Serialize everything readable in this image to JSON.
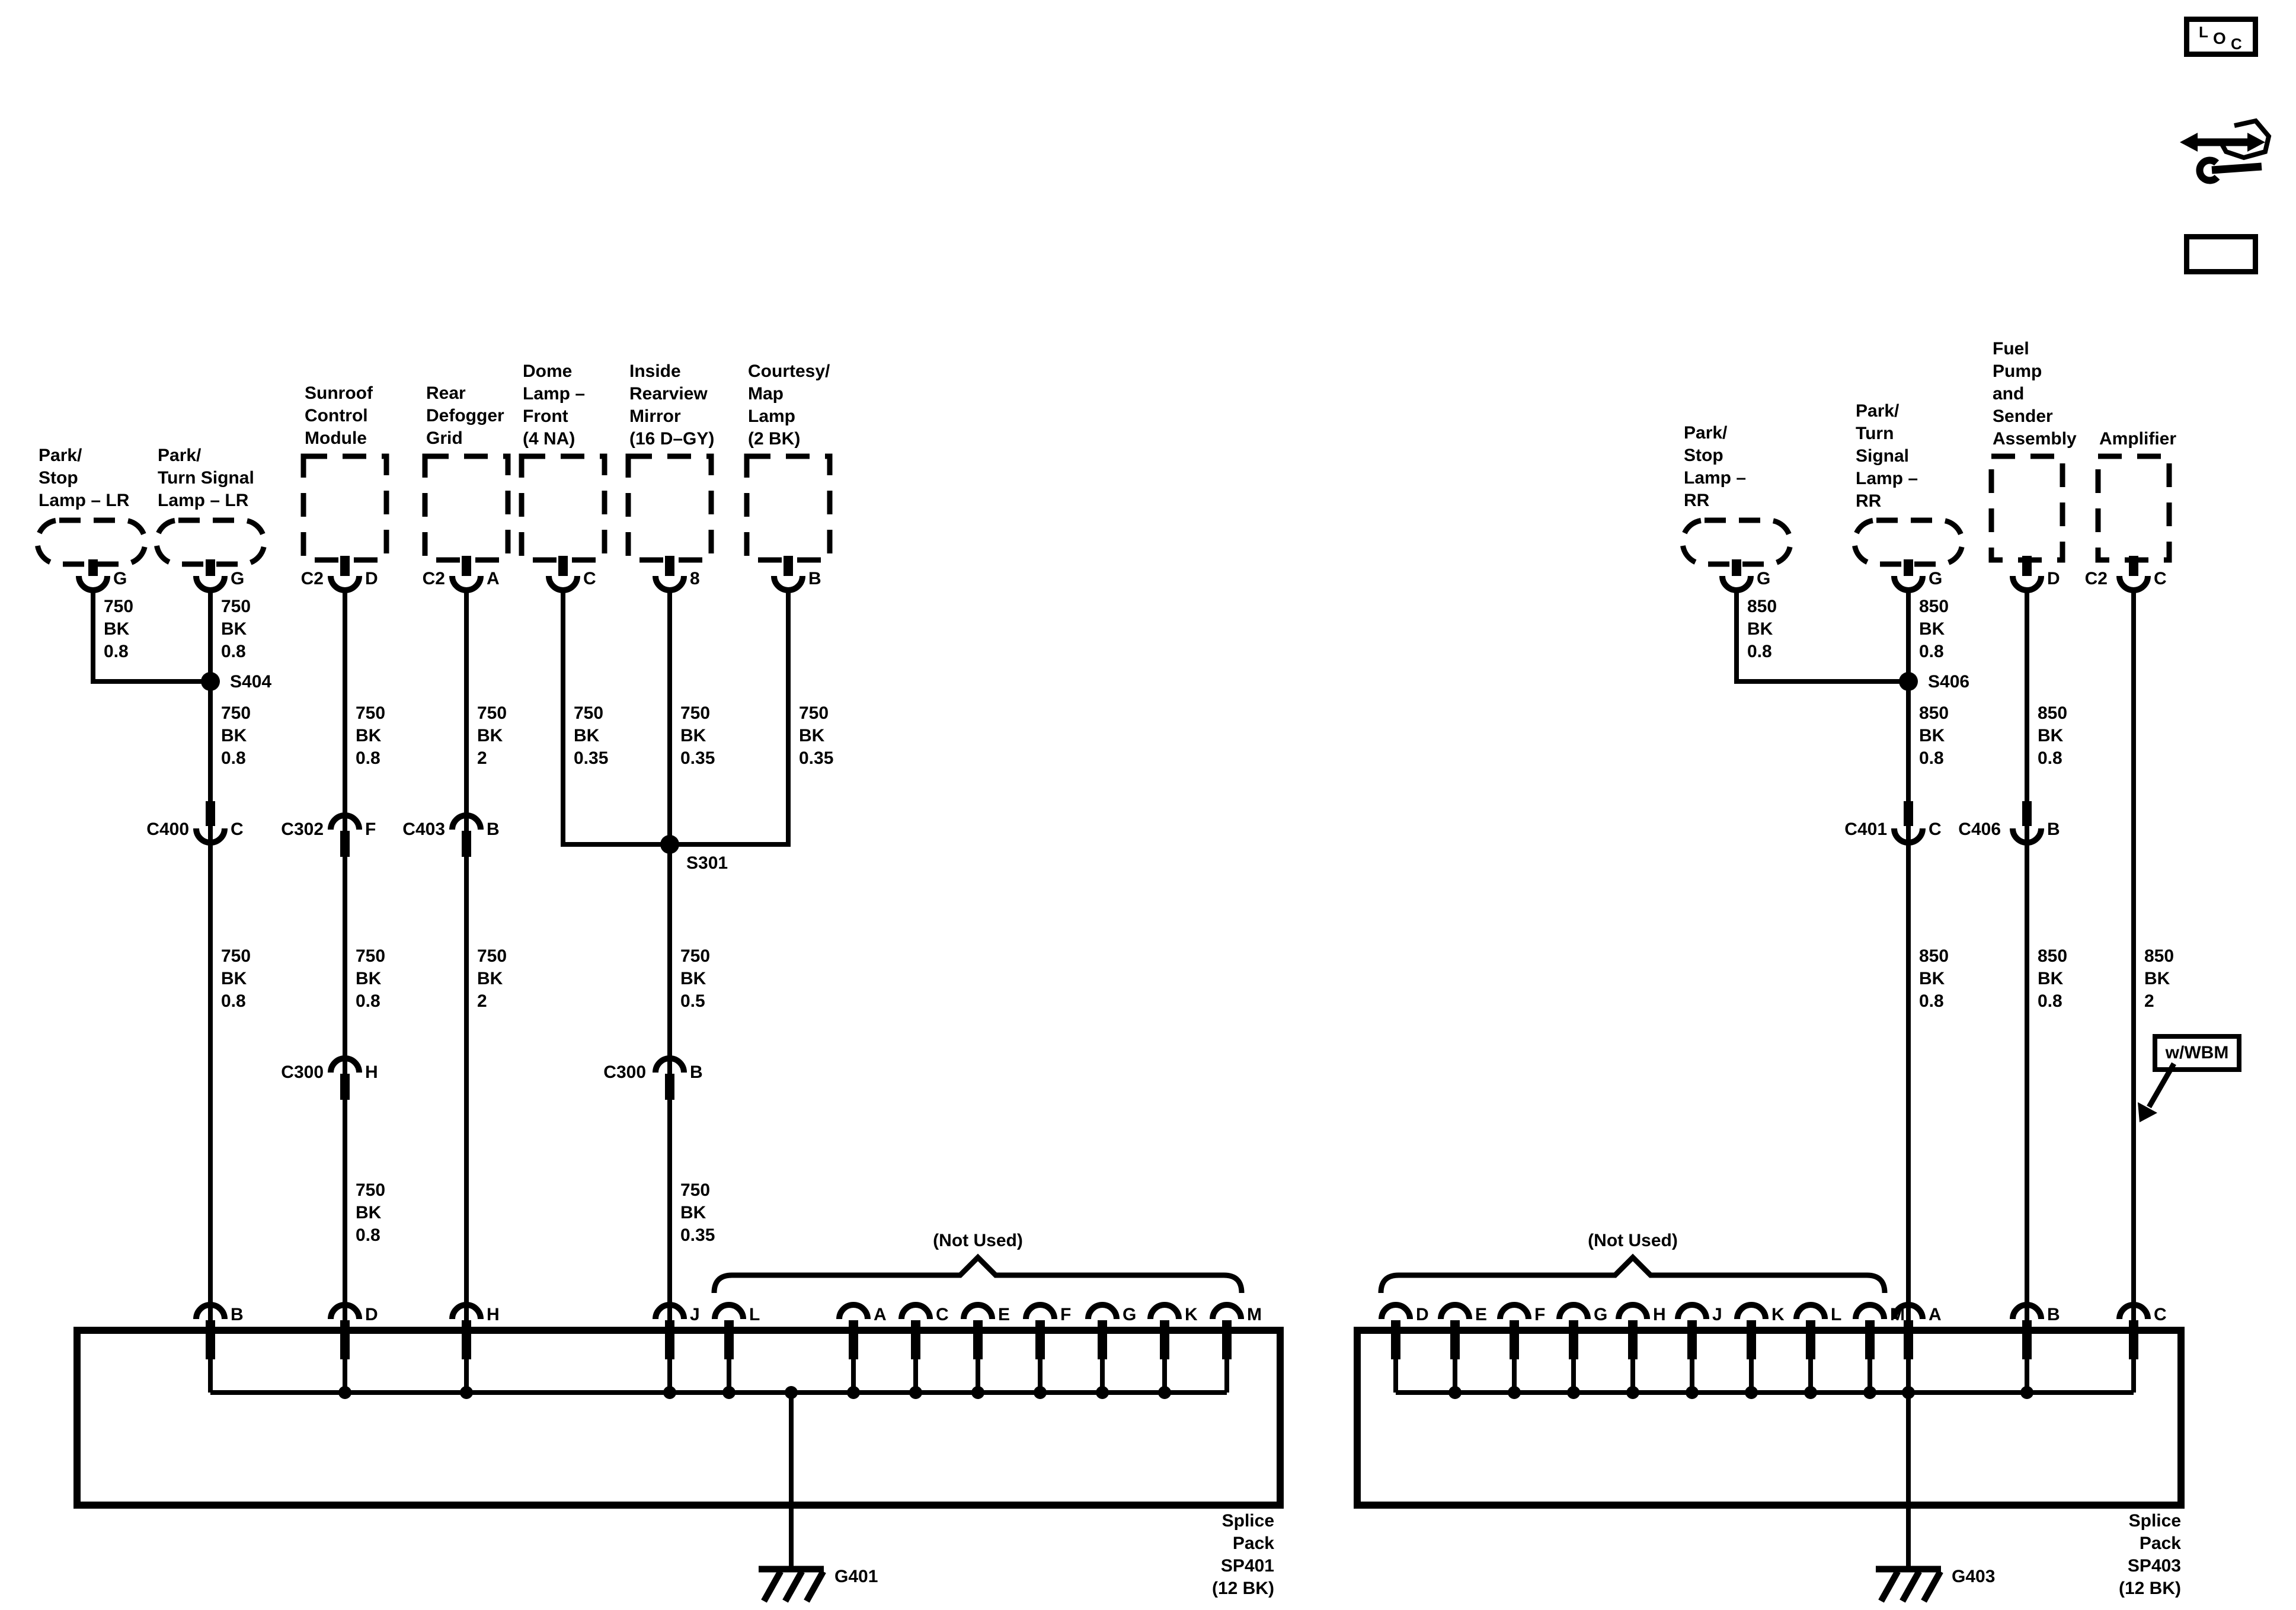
{
  "components": {
    "park_stop_lr": {
      "label": "Park/\nStop\nLamp – LR",
      "pin": "G"
    },
    "park_turn_lr": {
      "label": "Park/\nTurn Signal\nLamp – LR",
      "pin": "G"
    },
    "sunroof": {
      "label": "Sunroof\nControl\nModule",
      "conn": "C2",
      "pin": "D"
    },
    "defogger": {
      "label": "Rear\nDefogger\nGrid",
      "conn": "C2",
      "pin": "A"
    },
    "dome": {
      "label": "Dome\nLamp –\nFront\n(4 NA)",
      "pin": "C"
    },
    "mirror": {
      "label": "Inside\nRearview\nMirror\n(16 D–GY)",
      "pin": "8"
    },
    "courtesy": {
      "label": "Courtesy/\nMap\nLamp\n(2 BK)",
      "pin": "B"
    },
    "park_stop_rr": {
      "label": "Park/\nStop\nLamp –\nRR",
      "pin": "G"
    },
    "park_turn_rr": {
      "label": "Park/\nTurn\nSignal\nLamp –\nRR",
      "pin": "G"
    },
    "fuel_pump": {
      "label": "Fuel\nPump\nand\nSender\nAssembly",
      "pin": "D"
    },
    "amplifier": {
      "label": "Amplifier",
      "conn": "C2",
      "pin": "C"
    }
  },
  "wire_labels": {
    "ps_lr": "750\nBK\n0.8",
    "pt_lr": "750\nBK\n0.8",
    "s404_out": "750\nBK\n0.8",
    "sunroof_1": "750\nBK\n0.8",
    "defog_1": "750\nBK\n2",
    "dome_1": "750\nBK\n0.35",
    "mirror_1": "750\nBK\n0.35",
    "courtesy_1": "750\nBK\n0.35",
    "c400_out": "750\nBK\n0.8",
    "c302_out": "750\nBK\n0.8",
    "c403_out": "750\nBK\n2",
    "s301_out": "750\nBK\n0.5",
    "c300h_out": "750\nBK\n0.8",
    "c300b_out": "750\nBK\n0.35",
    "ps_rr": "850\nBK\n0.8",
    "pt_rr": "850\nBK\n0.8",
    "s406_out": "850\nBK\n0.8",
    "fuel_1": "850\nBK\n0.8",
    "c401_out": "850\nBK\n0.8",
    "c406_out": "850\nBK\n0.8",
    "amp_1": "850\nBK\n2"
  },
  "connectors": {
    "c400": {
      "name": "C400",
      "pin": "C"
    },
    "c302": {
      "name": "C302",
      "pin": "F"
    },
    "c403": {
      "name": "C403",
      "pin": "B"
    },
    "c300_h": {
      "name": "C300",
      "pin": "H"
    },
    "c300_b": {
      "name": "C300",
      "pin": "B"
    },
    "c401": {
      "name": "C401",
      "pin": "C"
    },
    "c406": {
      "name": "C406",
      "pin": "B"
    }
  },
  "splices": {
    "s404": "S404",
    "s301": "S301",
    "s406": "S406"
  },
  "grounds": {
    "g401": "G401",
    "g403": "G403"
  },
  "splice_packs": {
    "sp401": {
      "name": "Splice\nPack\nSP401\n(12 BK)",
      "not_used": "(Not Used)",
      "terminals": [
        "B",
        "D",
        "H",
        "J",
        "L",
        "A",
        "C",
        "E",
        "F",
        "G",
        "K",
        "M"
      ]
    },
    "sp403": {
      "name": "Splice\nPack\nSP403\n(12 BK)",
      "not_used": "(Not Used)",
      "terminals": [
        "D",
        "E",
        "F",
        "G",
        "H",
        "J",
        "K",
        "L",
        "M",
        "A",
        "B",
        "C"
      ]
    }
  },
  "callout": {
    "wwbm": "w/WBM"
  },
  "icons": {
    "loc": {
      "l": "L",
      "o": "O",
      "c": "C"
    }
  },
  "colors": {
    "line": "#000000",
    "background": "#ffffff"
  }
}
